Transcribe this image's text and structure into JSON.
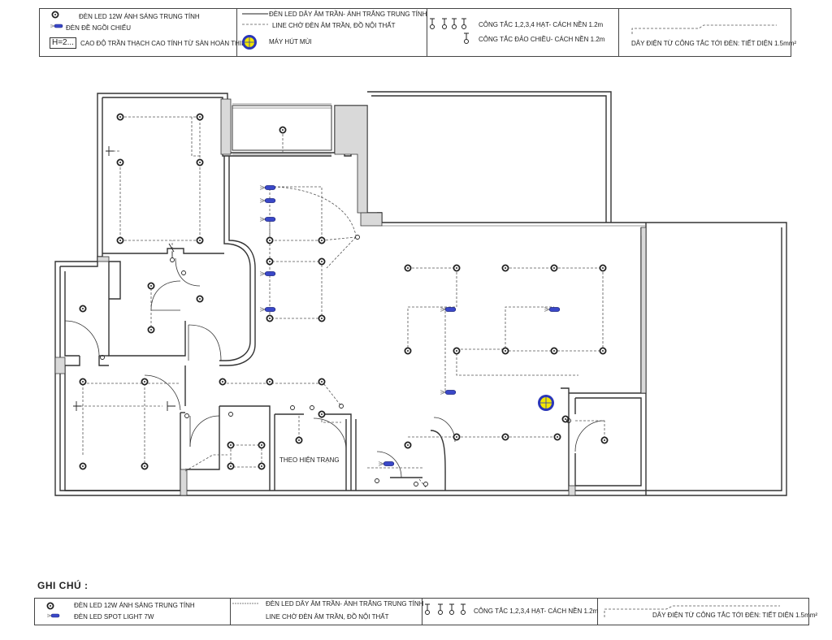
{
  "legend_top": {
    "led12w": "ĐÈN LED 12W ÁNH SÁNG TRUNG TÍNH",
    "spot": "ĐÈN ĐỀ NGỒI CHIẾU",
    "height_tag": "H=2...",
    "height_note": "CAO ĐỘ TRẦN THẠCH CAO TÍNH TỪ SÀN HOÀN THIỆN",
    "strip": "ĐÈN LED DÂY ÂM TRẦN- ÁNH TRẮNG TRUNG TÍNH",
    "line_wait": "LINE CHỜ ĐÈN ÂM TRẦN, ĐỒ NỘI THẤT",
    "hood": "MÁY HÚT MÙI",
    "switch": "CÔNG TẮC 1,2,3,4 HẠT- CÁCH NỀN 1.2m",
    "switch_2way": "CÔNG TẮC ĐẢO CHIỀU- CÁCH NỀN 1.2m",
    "wire": "DÂY ĐIỆN TỪ CÔNG TẮC TỚI ĐÈN: TIẾT DIỆN 1.5mm²"
  },
  "plan": {
    "room_label": "THEO HIỆN TRẠNG"
  },
  "notes": {
    "title": "GHI CHÚ :",
    "led12w": "ĐÈN LED 12W ÁNH SÁNG TRUNG TÍNH",
    "spot7w": "ĐÈN LED SPOT LIGHT 7W",
    "strip": "ĐÈN LED DÂY ÂM TRẦN- ÁNH TRẮNG TRUNG TÍNH",
    "line_wait": "LINE CHỜ ĐÈN ÂM TRẦN, ĐỒ NỘI THẤT",
    "switch": "CÔNG TẮC 1,2,3,4 HẠT- CÁCH NỀN 1.2m",
    "wire": "DÂY ĐIỆN TỪ CÔNG TẮC TỚI ĐÈN: TIẾT DIỆN 1.5mm²"
  },
  "colors": {
    "wall": "#333333",
    "wall_fill": "#d9d9d9",
    "spot_blue": "#3a48c8",
    "hood_yellow": "#f2e600",
    "hood_blue": "#2a36b8"
  }
}
